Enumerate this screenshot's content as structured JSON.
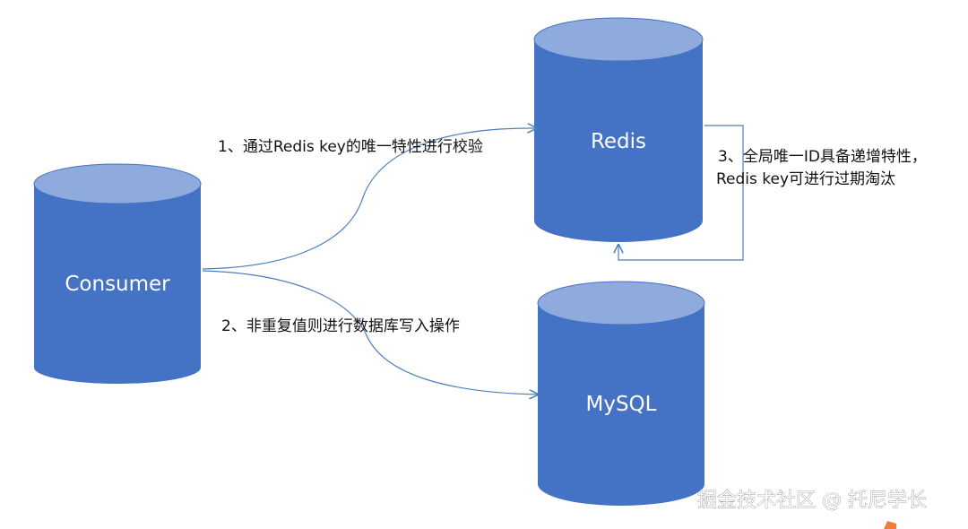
{
  "nodes": {
    "consumer": "Consumer",
    "redis": "Redis",
    "mysql": "MySQL"
  },
  "edges": {
    "step1": "1、通过Redis key的唯一特性进行校验",
    "step2": "2、非重复值则进行数据库写入操作",
    "step3_line1": "3、全局唯一ID具备递增特性，",
    "step3_line2": "Redis key可进行过期淘汰"
  },
  "watermark": "掘金技术社区 @ 托尼学长",
  "colors": {
    "cylinder_body": "#4472c4",
    "cylinder_top": "#8faadc",
    "connector": "#4a7ebb"
  }
}
